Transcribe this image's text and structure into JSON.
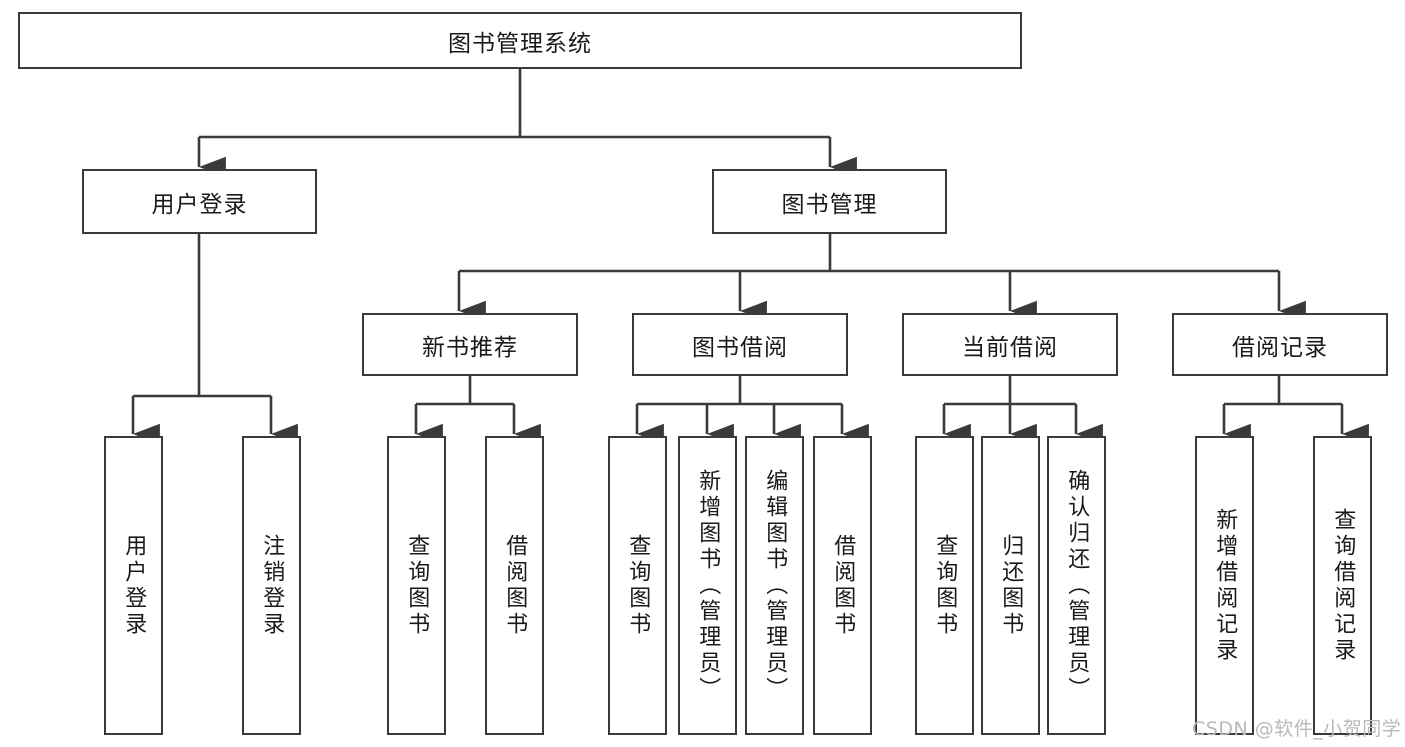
{
  "diagram": {
    "type": "tree",
    "title": "图书管理系统",
    "orientation": "top-down",
    "edge_style": "orthogonal-arrow",
    "colors": {
      "box_border": "#3a3a3a",
      "box_fill": "#ffffff",
      "line": "#3a3a3a",
      "text": "#1a1a1a",
      "watermark": "#b9b9b9"
    },
    "root": {
      "label": "图书管理系统"
    },
    "level2": [
      {
        "label": "用户登录"
      },
      {
        "label": "图书管理"
      }
    ],
    "level3": [
      {
        "label": "新书推荐"
      },
      {
        "label": "图书借阅"
      },
      {
        "label": "当前借阅"
      },
      {
        "label": "借阅记录"
      }
    ],
    "leaves": {
      "user_login": [
        {
          "label": "用户登录"
        },
        {
          "label": "注销登录"
        }
      ],
      "new_book": [
        {
          "label": "查询图书"
        },
        {
          "label": "借阅图书"
        }
      ],
      "book_borrow": [
        {
          "label": "查询图书"
        },
        {
          "label": "新增图书（管理员）"
        },
        {
          "label": "编辑图书（管理员）"
        },
        {
          "label": "借阅图书"
        }
      ],
      "current_borrow": [
        {
          "label": "查询图书"
        },
        {
          "label": "归还图书"
        },
        {
          "label": "确认归还（管理员）"
        }
      ],
      "borrow_record": [
        {
          "label": "新增借阅记录"
        },
        {
          "label": "查询借阅记录"
        }
      ]
    }
  },
  "watermark": {
    "text": "CSDN @软件_小贺同学"
  }
}
